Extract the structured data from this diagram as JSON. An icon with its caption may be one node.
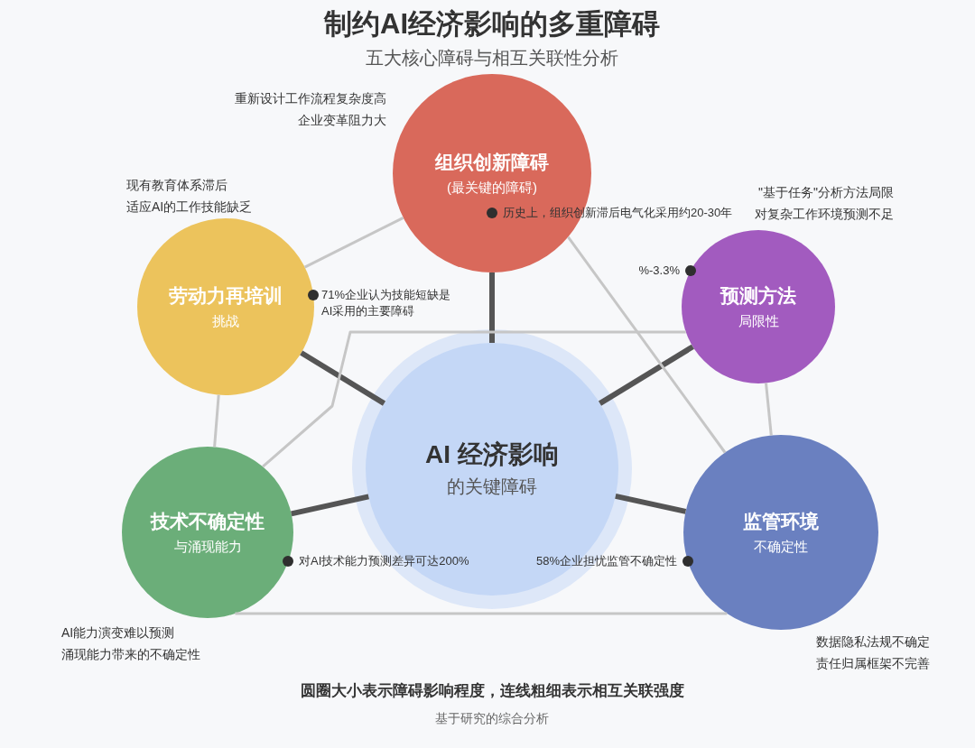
{
  "diagram": {
    "title": "制约AI经济影响的多重障碍",
    "caption": "圆圈大小表示障碍影响程度，连线粗细表示相互关联强度",
    "nodes": [
      {
        "text": [
          "组织创新障碍",
          "(最关键的障碍)"
        ],
        "beside": [
          "重新设计工作流程复杂度高",
          "企业变革阻力大",
          "历史上，组织创新滞后电气化采用约20-30年"
        ]
      },
      {
        "text": [
          "劳动力再培训",
          "挑战"
        ],
        "beside": [
          "现有教育体系滞后",
          "适应AI的工作技能缺乏",
          "71%企业认为技能短缺是AI采用的主要障碍"
        ]
      },
      {
        "text": [
          "预测方法",
          "局限性"
        ],
        "beside": [
          "\"基于任务\"分析方法局限",
          "对复杂工作环境预测不足",
          "%-3.3%"
        ]
      },
      {
        "text": [
          "AI 经济影响",
          "的关键障碍"
        ]
      },
      {
        "text": [
          "技术不确定性",
          "与涌现能力"
        ],
        "beside": [
          "AI能力演变难以预测",
          "涌现能力带来的不确定性",
          "对AI技术能力预测差异可达200%"
        ]
      },
      {
        "text": [
          "监管环境",
          "不确定性"
        ],
        "beside": [
          "数据隐私法规不确定",
          "责任归属框架不完善",
          "58%企业担忧监管不确定性"
        ]
      }
    ],
    "edges": [
      {
        "from": 3,
        "to": 0,
        "arrow": "none",
        "style": "thick",
        "color": "#555555"
      },
      {
        "from": 3,
        "to": 1,
        "arrow": "none",
        "style": "thick",
        "color": "#555555"
      },
      {
        "from": 3,
        "to": 2,
        "arrow": "none",
        "style": "thick",
        "color": "#555555"
      },
      {
        "from": 3,
        "to": 4,
        "arrow": "none",
        "style": "thick",
        "color": "#555555"
      },
      {
        "from": 3,
        "to": 5,
        "arrow": "none",
        "style": "thick",
        "color": "#555555"
      },
      {
        "from": 0,
        "to": 1,
        "arrow": "none"
      },
      {
        "from": 1,
        "to": 4,
        "arrow": "none"
      },
      {
        "from": 0,
        "to": 5,
        "arrow": "none"
      },
      {
        "from": 2,
        "to": 5,
        "arrow": "none"
      },
      {
        "from": 4,
        "to": 2,
        "arrow": "none"
      },
      {
        "from": 4,
        "to": 5,
        "arrow": "none"
      }
    ],
    "labels": [
      "五大核心障碍与相互关联性分析",
      "基于研究的综合分析"
    ]
  }
}
